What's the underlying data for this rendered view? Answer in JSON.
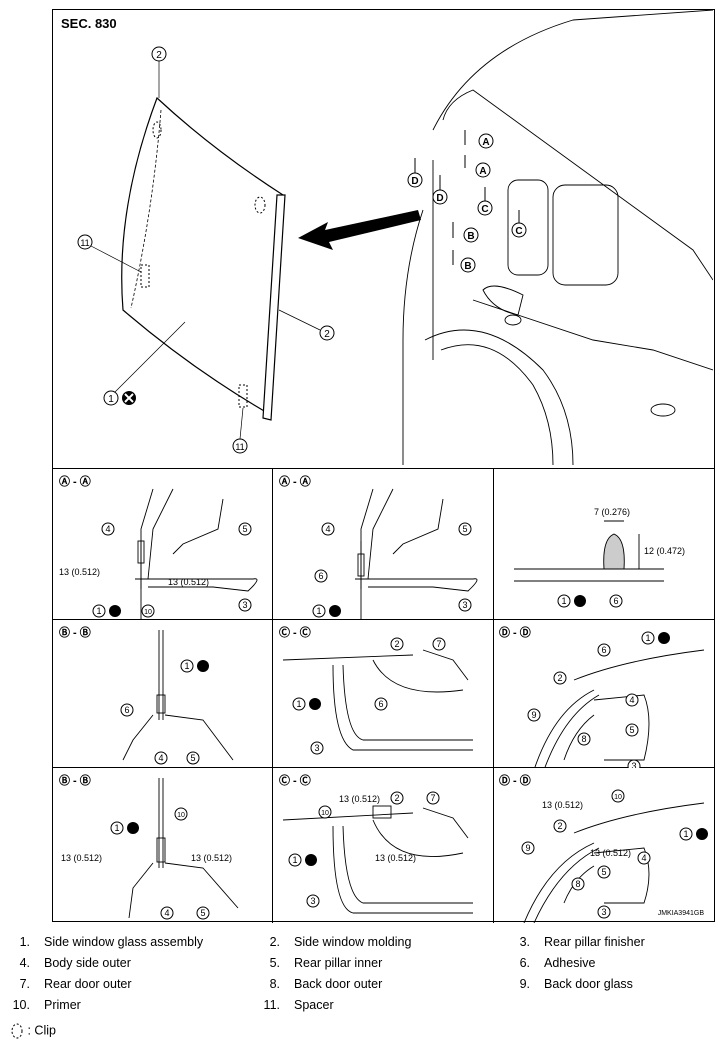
{
  "section": "SEC. 830",
  "image_code": "JMKIA3941GB",
  "panels": [
    {
      "label": "Ⓐ - Ⓐ"
    },
    {
      "label": "Ⓐ - Ⓐ"
    },
    {
      "label": ""
    },
    {
      "label": "Ⓑ - Ⓑ"
    },
    {
      "label": "Ⓒ - Ⓒ"
    },
    {
      "label": "Ⓓ - Ⓓ"
    },
    {
      "label": "Ⓑ - Ⓑ"
    },
    {
      "label": "Ⓒ - Ⓒ"
    },
    {
      "label": "Ⓓ - Ⓓ"
    }
  ],
  "dimensions": {
    "d13": "13 (0.512)",
    "d7": "7 (0.276)",
    "d12": "12 (0.472)"
  },
  "legend": [
    {
      "num": "1.",
      "text": "Side window glass assembly"
    },
    {
      "num": "2.",
      "text": "Side window molding"
    },
    {
      "num": "3.",
      "text": "Rear pillar finisher"
    },
    {
      "num": "4.",
      "text": "Body side outer"
    },
    {
      "num": "5.",
      "text": "Rear pillar inner"
    },
    {
      "num": "6.",
      "text": "Adhesive"
    },
    {
      "num": "7.",
      "text": "Rear door outer"
    },
    {
      "num": "8.",
      "text": "Back door outer"
    },
    {
      "num": "9.",
      "text": "Back door glass"
    },
    {
      "num": "10.",
      "text": "Primer"
    },
    {
      "num": "11.",
      "text": "Spacer"
    }
  ],
  "clip_label": ": Clip"
}
